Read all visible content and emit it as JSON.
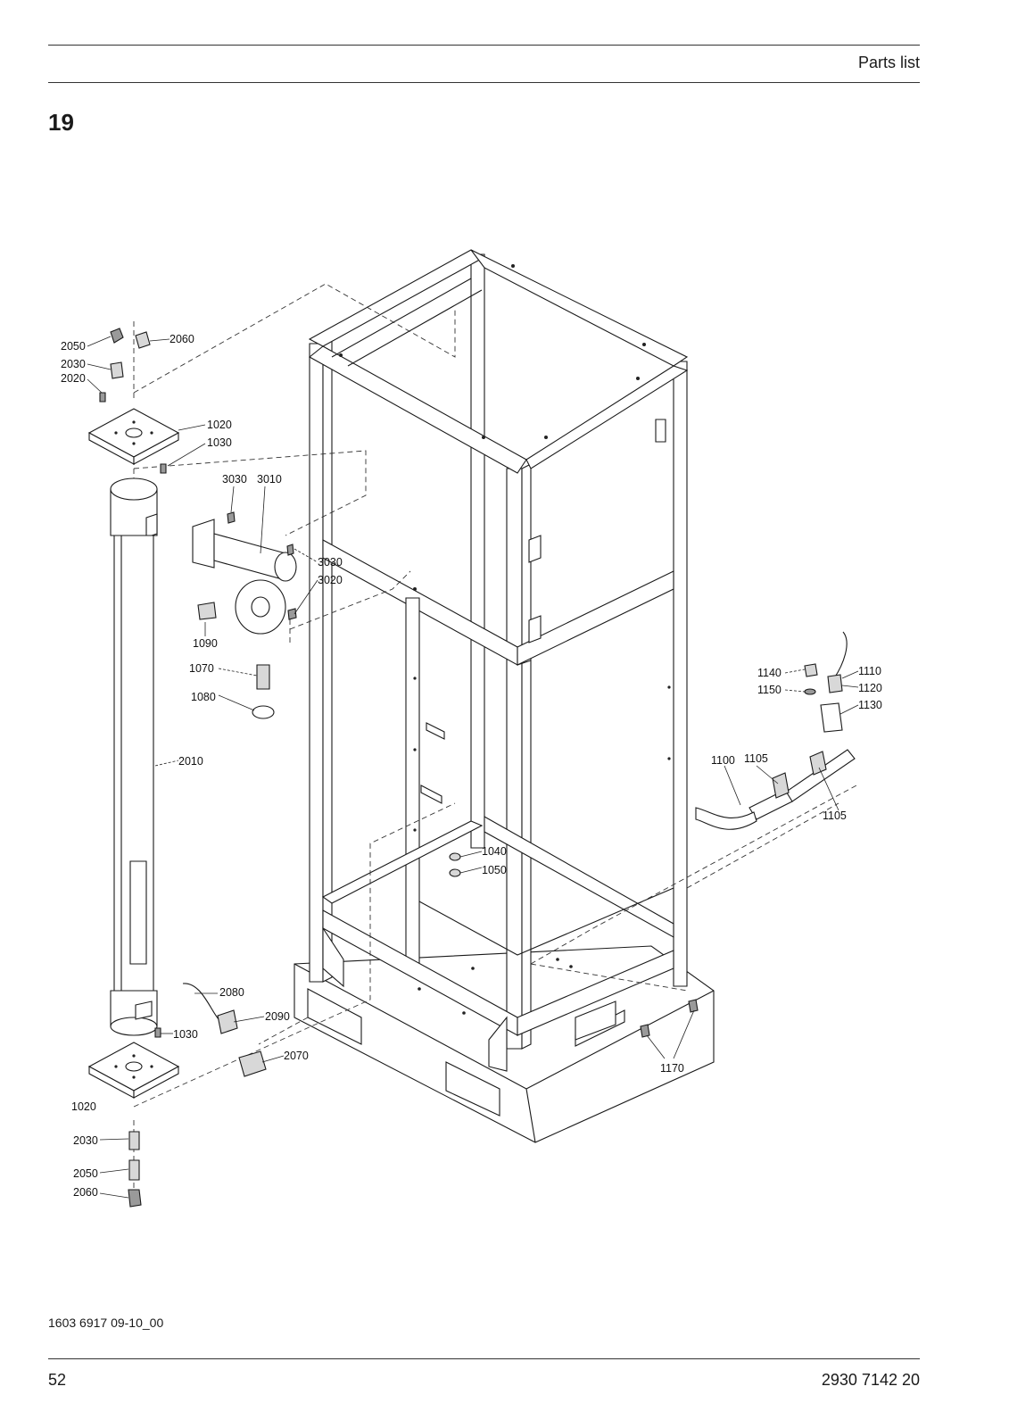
{
  "header": {
    "title": "Parts list"
  },
  "section": {
    "number": "19"
  },
  "drawing": {
    "callouts": {
      "c2050_top": "2050",
      "c2060_top": "2060",
      "c2030_top": "2030",
      "c2020": "2020",
      "c1020_top": "1020",
      "c1030_top": "1030",
      "c3030_a": "3030",
      "c3010": "3010",
      "c3030_b": "3030",
      "c3020": "3020",
      "c1090": "1090",
      "c1070": "1070",
      "c1080": "1080",
      "c2010": "2010",
      "c1140": "1140",
      "c1110": "1110",
      "c1150": "1150",
      "c1120": "1120",
      "c1130": "1130",
      "c1100": "1100",
      "c1105_a": "1105",
      "c1105_b": "1105",
      "c1040": "1040",
      "c1050": "1050",
      "c2080": "2080",
      "c2090": "2090",
      "c1030_bottom": "1030",
      "c2070": "2070",
      "c1170": "1170",
      "c1020_bottom": "1020",
      "c2030_bottom": "2030",
      "c2050_bottom": "2050",
      "c2060_bottom": "2060"
    }
  },
  "footer": {
    "doc_code": "1603 6917 09-10_00",
    "page_number": "52",
    "doc_number": "2930 7142 20"
  }
}
